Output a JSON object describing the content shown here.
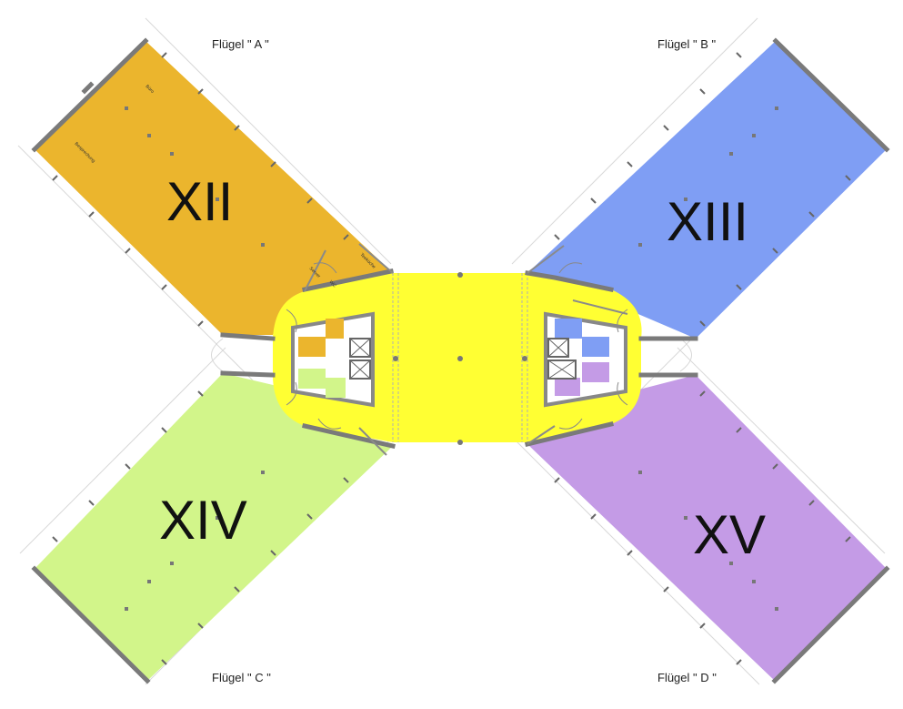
{
  "colors": {
    "wing_a": "#ebb52d",
    "wing_b": "#7f9ef4",
    "wing_c": "#d2f58a",
    "wing_d": "#c49be6",
    "core": "#ffff33",
    "wall": "#7a7a7a",
    "column": "#777777"
  },
  "wings": {
    "a": {
      "label": "Flügel \" A \"",
      "number": "XII",
      "color": "#ebb52d"
    },
    "b": {
      "label": "Flügel \" B \"",
      "number": "XIII",
      "color": "#7f9ef4"
    },
    "c": {
      "label": "Flügel \" C \"",
      "number": "XIV",
      "color": "#d2f58a"
    },
    "d": {
      "label": "Flügel \" D \"",
      "number": "XV",
      "color": "#c49be6"
    }
  },
  "room_labels": {
    "buero": "Büro",
    "besprechung": "Besprechung",
    "teekueche": "Teeküche",
    "server": "Server",
    "wc": "WC"
  }
}
